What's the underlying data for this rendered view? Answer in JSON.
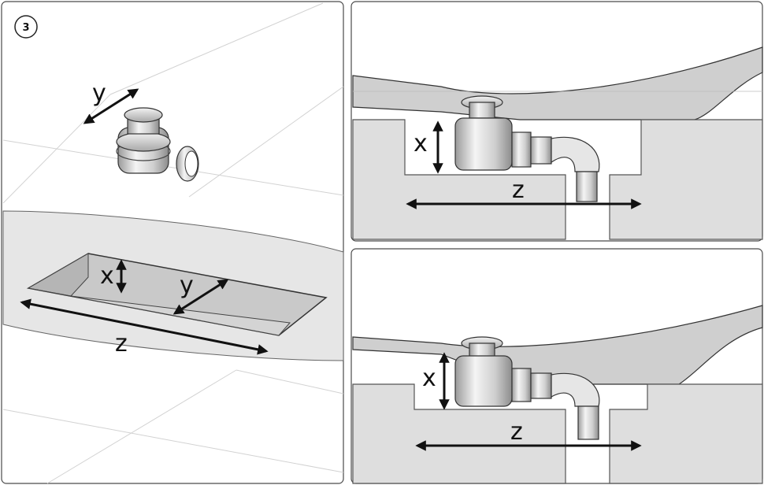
{
  "step": {
    "number": "3"
  },
  "panels": {
    "left": {
      "labels": {
        "y_top": "y",
        "x": "x",
        "y": "y",
        "z": "z"
      }
    },
    "top_right": {
      "labels": {
        "x": "x",
        "z": "z"
      }
    },
    "bottom_right": {
      "labels": {
        "x": "x",
        "z": "z"
      }
    }
  },
  "colors": {
    "line": "#4a4a4a",
    "fill_light": "#e6e6e6",
    "fill_dark": "#c9c9c9",
    "arrow": "#111111"
  }
}
